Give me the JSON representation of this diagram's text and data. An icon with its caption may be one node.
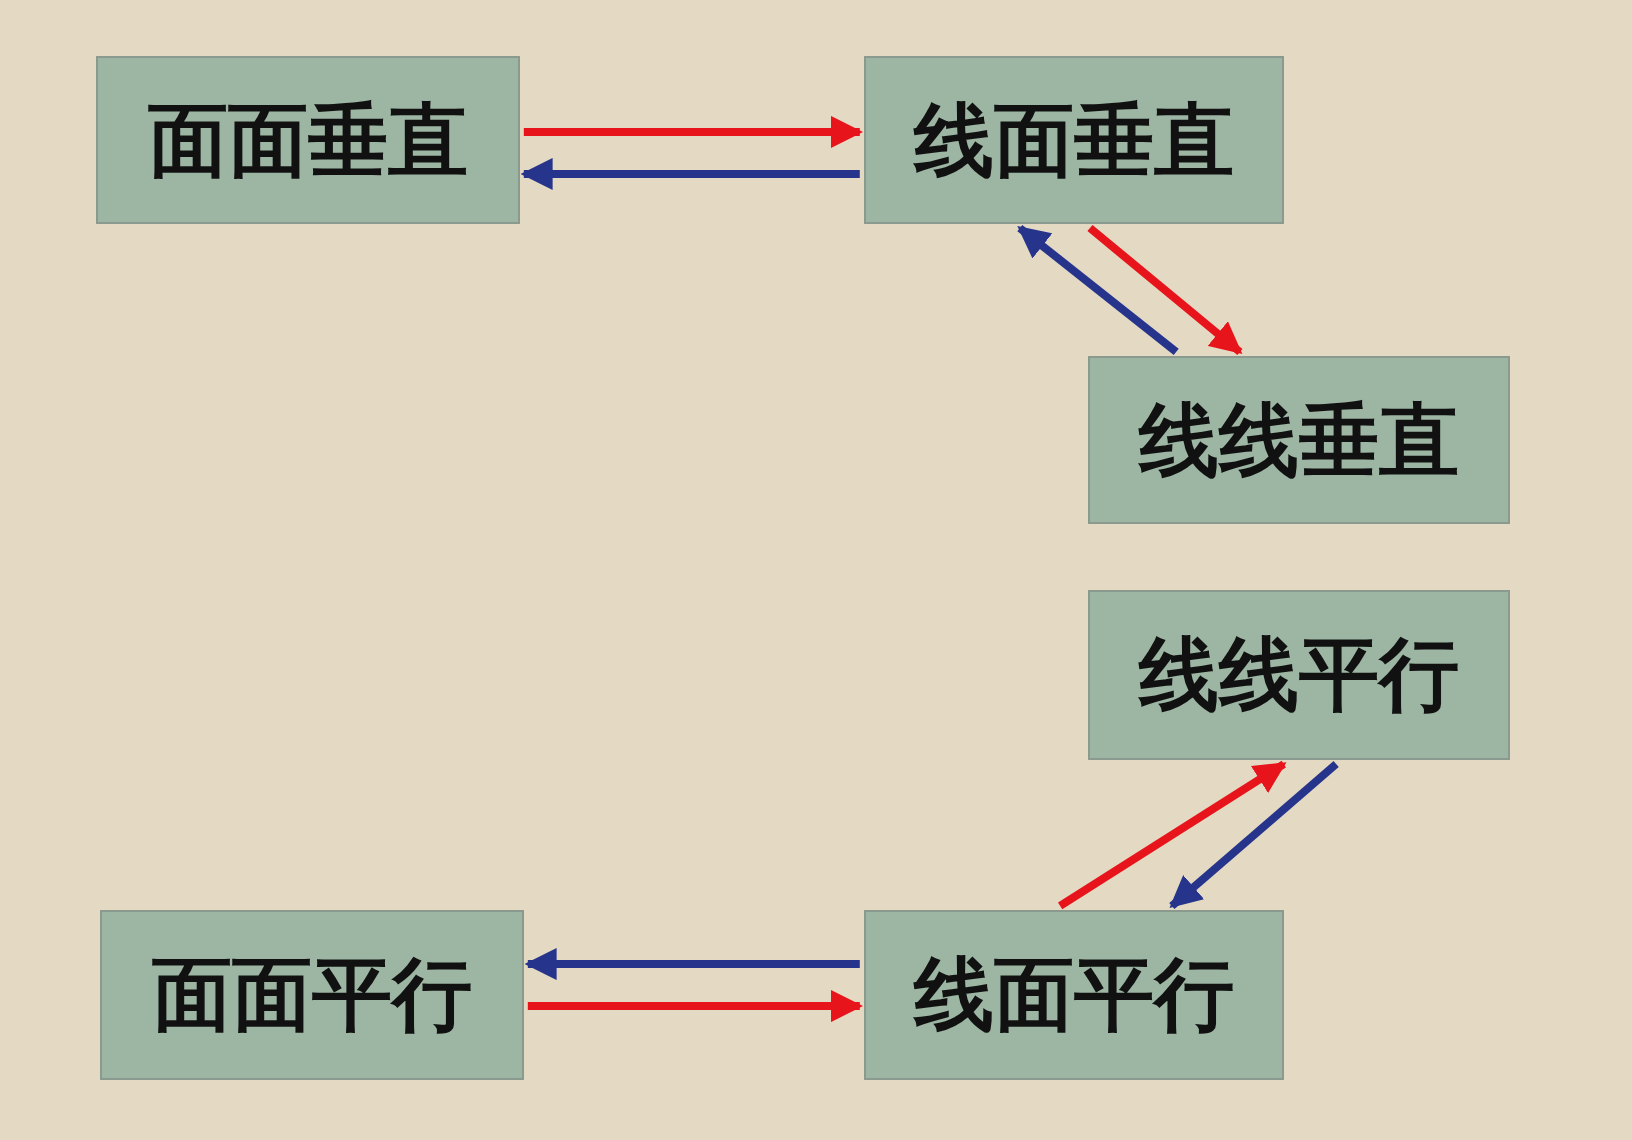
{
  "diagram": {
    "nodes": [
      {
        "text": [
          "面面垂直"
        ]
      },
      {
        "text": [
          "线面垂直"
        ]
      },
      {
        "text": [
          "线线垂直"
        ]
      },
      {
        "text": [
          "线线平行"
        ]
      },
      {
        "text": [
          "面面平行"
        ]
      },
      {
        "text": [
          "线面平行"
        ]
      }
    ],
    "edges": [
      {
        "from": 0,
        "to": 1,
        "arrow": "to",
        "color": "#e8141c"
      },
      {
        "from": 1,
        "to": 0,
        "arrow": "to",
        "color": "#27348b"
      },
      {
        "from": 1,
        "to": 2,
        "arrow": "to",
        "color": "#e8141c"
      },
      {
        "from": 2,
        "to": 1,
        "arrow": "to",
        "color": "#27348b"
      },
      {
        "from": 5,
        "to": 3,
        "arrow": "to",
        "color": "#e8141c"
      },
      {
        "from": 3,
        "to": 5,
        "arrow": "to",
        "color": "#27348b"
      },
      {
        "from": 5,
        "to": 4,
        "arrow": "to",
        "color": "#27348b"
      },
      {
        "from": 4,
        "to": 5,
        "arrow": "to",
        "color": "#e8141c"
      }
    ]
  }
}
